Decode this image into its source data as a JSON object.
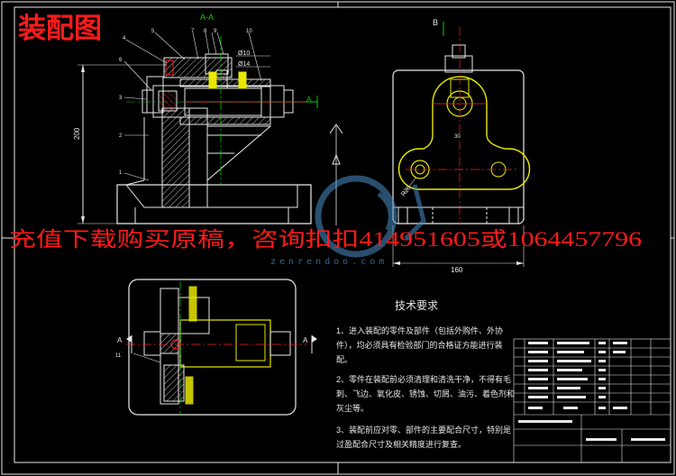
{
  "title": "装配图",
  "section_label": "A-A",
  "view_label_b": "B",
  "section_arrow_label": "A",
  "promo": "充值下载购买原稿，咨询扣扣414951605或1064457796",
  "watermark": "zenrendoo.com",
  "dims": {
    "height_200": "200",
    "width_160": "160",
    "phi10": "Ø10",
    "phi14": "Ø14",
    "r_dim": "R20",
    "small_30": "30"
  },
  "parts": [
    "1",
    "2",
    "3",
    "4",
    "5",
    "6",
    "7",
    "8",
    "9",
    "10",
    "11"
  ],
  "tech": {
    "heading": "技术要求",
    "item1_a": "1、进入装配的零件及部件（包括外购件、外协",
    "item1_b": "件），均必须具有检验部门的合格证方能进行装",
    "item1_c": "配。",
    "item2_a": "2、零件在装配前必须清理和清洗干净，不得有毛",
    "item2_b": "刺、飞边、氧化皮、锈蚀、切屑、油污、着色剂和",
    "item2_c": "灰尘等。",
    "item3_a": "3、装配前应对零、部件的主要配合尺寸，特别是",
    "item3_b": "过盈配合尺寸及相关精度进行复查。"
  },
  "colors": {
    "line": "#e8e8e8",
    "yellow": "#e8e800",
    "green": "#00d000",
    "red": "#ff2020",
    "cyan": "#20c8c8",
    "blue": "#4060ff",
    "title_red": "#ff1a1a",
    "promo_red": "#ff1a1a",
    "watermark": "#4b8fc8"
  }
}
